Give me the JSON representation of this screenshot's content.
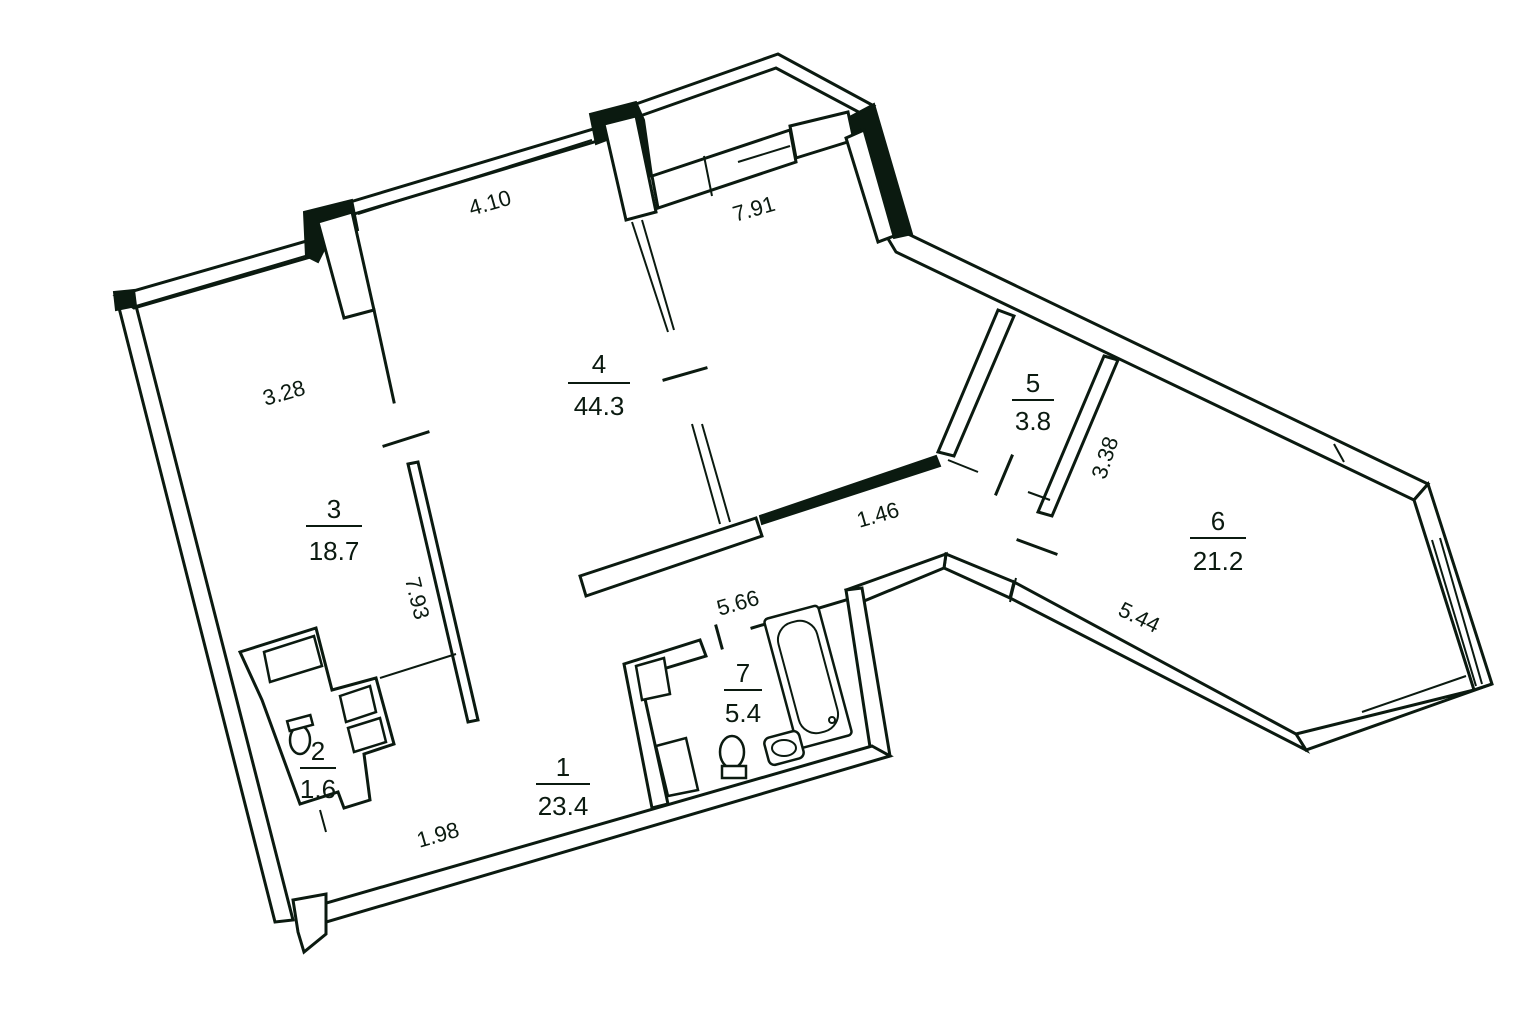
{
  "rooms": [
    {
      "number": "1",
      "area": "23.4"
    },
    {
      "number": "2",
      "area": "1.6"
    },
    {
      "number": "3",
      "area": "18.7"
    },
    {
      "number": "4",
      "area": "44.3"
    },
    {
      "number": "5",
      "area": "3.8"
    },
    {
      "number": "6",
      "area": "21.2"
    },
    {
      "number": "7",
      "area": "5.4"
    }
  ],
  "dimensions": [
    "4.10",
    "7.91",
    "3.28",
    "7.93",
    "3.38",
    "1.46",
    "5.66",
    "5.44",
    "1.98"
  ],
  "colors": {
    "line": "#0b1a10",
    "background": "#ffffff"
  }
}
